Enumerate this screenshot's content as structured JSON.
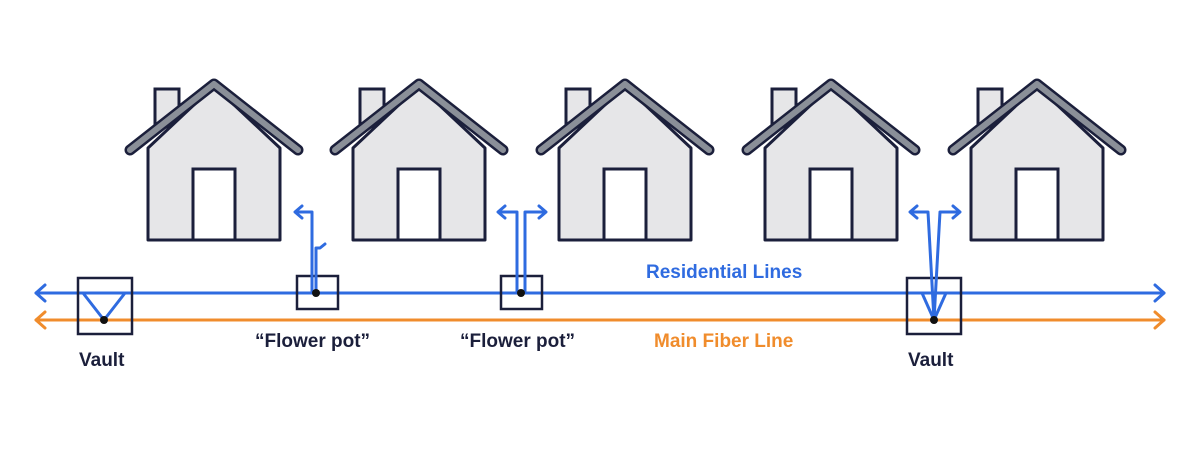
{
  "colors": {
    "house_fill": "#e6e6e8",
    "outline": "#1b1f3b",
    "roof": "#8a8f98",
    "residential": "#2f6be0",
    "fiber": "#f08c2c"
  },
  "labels": {
    "residential_lines": "Residential Lines",
    "main_fiber_line": "Main Fiber Line",
    "vault_left": "Vault",
    "vault_right": "Vault",
    "flower_pot_1": "“Flower pot”",
    "flower_pot_2": "“Flower pot”"
  }
}
